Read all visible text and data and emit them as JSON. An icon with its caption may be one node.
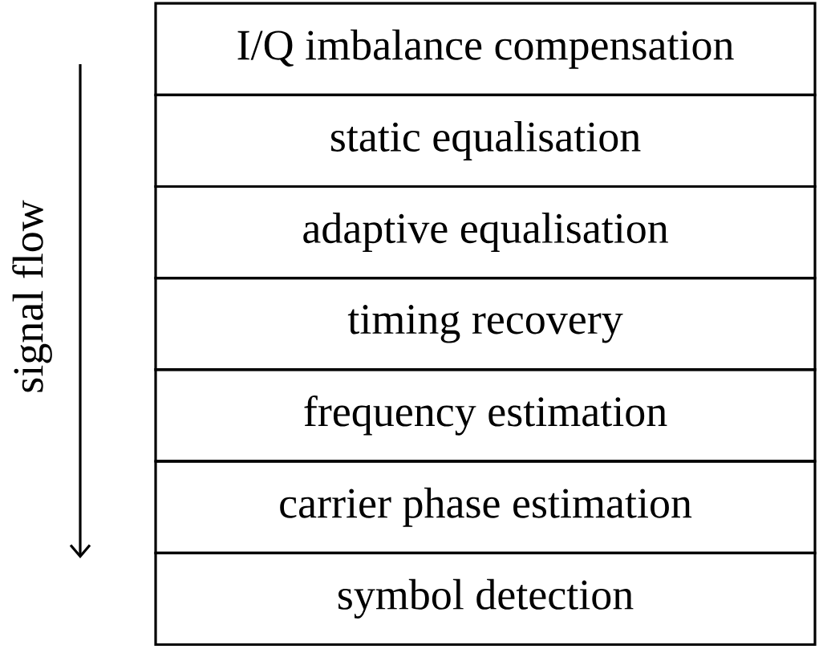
{
  "diagram": {
    "nodes": [
      {
        "text": [
          "I/Q imbalance compensation"
        ]
      },
      {
        "text": [
          "static equalisation"
        ]
      },
      {
        "text": [
          "adaptive equalisation"
        ]
      },
      {
        "text": [
          "timing recovery"
        ]
      },
      {
        "text": [
          "frequency estimation"
        ]
      },
      {
        "text": [
          "carrier phase estimation"
        ]
      },
      {
        "text": [
          "symbol detection"
        ]
      }
    ],
    "labels": [
      "signal flow"
    ]
  }
}
